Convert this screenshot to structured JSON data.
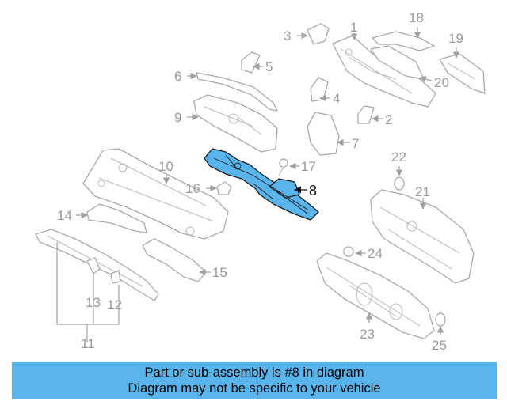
{
  "diagram": {
    "highlight_color": "#5ab4ec",
    "highlighted_callout": "8",
    "callouts": [
      "1",
      "2",
      "3",
      "4",
      "5",
      "6",
      "7",
      "8",
      "9",
      "10",
      "11",
      "12",
      "13",
      "14",
      "15",
      "16",
      "17",
      "18",
      "19",
      "20",
      "21",
      "22",
      "23",
      "24",
      "25"
    ]
  },
  "banner": {
    "line1": "Part or sub-assembly is #8 in diagram",
    "line2": "Diagram may not be specific to your vehicle",
    "background": "#5ab4ec"
  }
}
